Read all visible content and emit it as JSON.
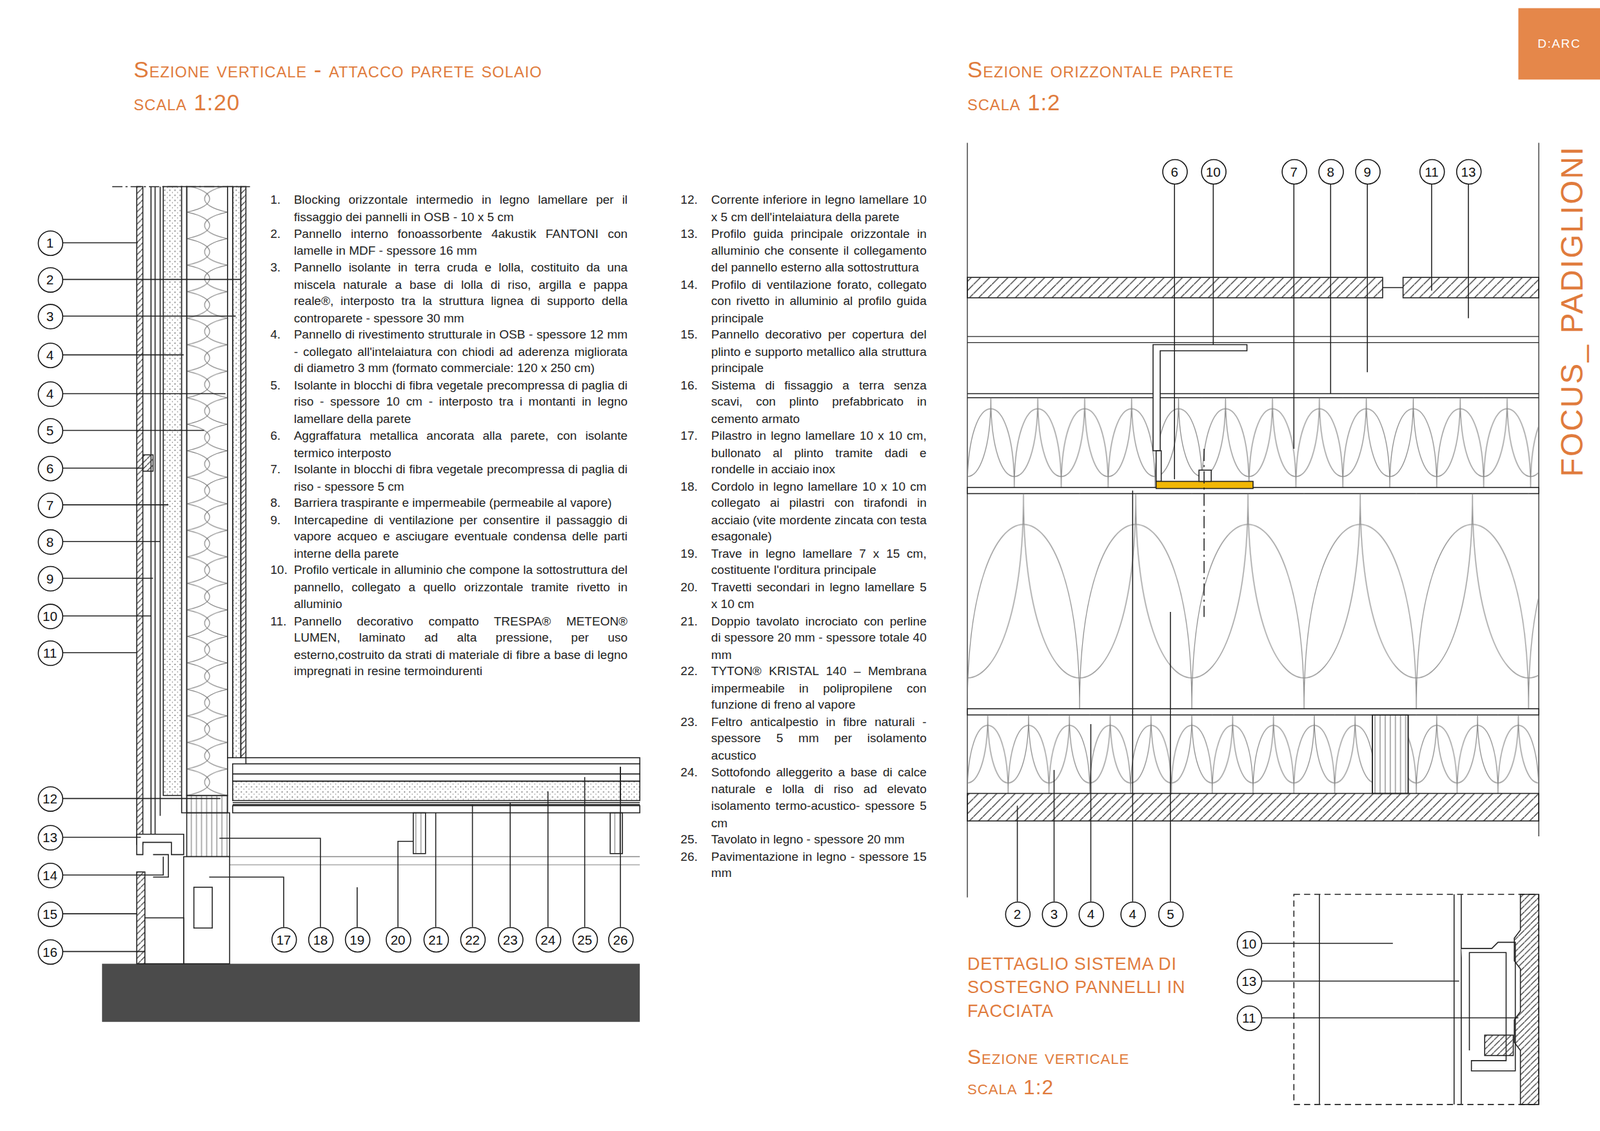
{
  "diagram": {
    "nodes": [
      {
        "text": [
          "1"
        ]
      },
      {
        "text": [
          "2"
        ]
      },
      {
        "text": [
          "3"
        ]
      },
      {
        "text": [
          "4"
        ]
      },
      {
        "text": [
          "4"
        ]
      },
      {
        "text": [
          "5"
        ]
      },
      {
        "text": [
          "6"
        ]
      },
      {
        "text": [
          "7"
        ]
      },
      {
        "text": [
          "8"
        ]
      },
      {
        "text": [
          "9"
        ]
      },
      {
        "text": [
          "10"
        ]
      },
      {
        "text": [
          "11"
        ]
      },
      {
        "text": [
          "12"
        ]
      },
      {
        "text": [
          "13"
        ]
      },
      {
        "text": [
          "14"
        ]
      },
      {
        "text": [
          "15"
        ]
      },
      {
        "text": [
          "16"
        ]
      },
      {
        "text": [
          "17"
        ]
      },
      {
        "text": [
          "18"
        ]
      },
      {
        "text": [
          "19"
        ]
      },
      {
        "text": [
          "20"
        ]
      },
      {
        "text": [
          "21"
        ]
      },
      {
        "text": [
          "22"
        ]
      },
      {
        "text": [
          "23"
        ]
      },
      {
        "text": [
          "24"
        ]
      },
      {
        "text": [
          "25"
        ]
      },
      {
        "text": [
          "26"
        ]
      },
      {
        "text": [
          "6"
        ]
      },
      {
        "text": [
          "10"
        ]
      },
      {
        "text": [
          "7"
        ]
      },
      {
        "text": [
          "8"
        ]
      },
      {
        "text": [
          "9"
        ]
      },
      {
        "text": [
          "11"
        ]
      },
      {
        "text": [
          "13"
        ]
      },
      {
        "text": [
          "2"
        ]
      },
      {
        "text": [
          "3"
        ]
      },
      {
        "text": [
          "4"
        ]
      },
      {
        "text": [
          "4"
        ]
      },
      {
        "text": [
          "5"
        ]
      },
      {
        "text": [
          "10"
        ]
      },
      {
        "text": [
          "13"
        ]
      },
      {
        "text": [
          "11"
        ]
      },
      {
        "text": [
          "D:ARC"
        ]
      }
    ],
    "labels": [
      "Sezione verticale - attacco parete solaio",
      "scala 1:20",
      "Sezione orizzontale parete",
      "scala 1:2",
      "FOCUS_ PADIGLIONI",
      "1.",
      "Blocking orizzontale intermedio in legno lamellare per il fissaggio dei pannelli in OSB - 10 x 5 cm",
      "2.",
      "Pannello interno fonoassorbente 4akustik FANTONI con lamelle in MDF - spessore 16 mm",
      "3.",
      "Pannello isolante in terra cruda e lolla, costituito da una miscela naturale a base di lolla di riso, argilla e pappa reale®, interposto tra la struttura lignea di supporto della controparete - spessore 30 mm",
      "4.",
      "Pannello di rivestimento strutturale in OSB - spessore 12 mm - collegato all'intelaiatura con chiodi ad aderenza migliorata di diametro 3 mm (formato commerciale: 120 x 250 cm)",
      "5.",
      "Isolante in blocchi di fibra vegetale precompressa di paglia di riso - spessore 10 cm - interposto tra i montanti in legno lamellare della parete",
      "6.",
      "Aggraffatura metallica ancorata alla parete, con isolante termico interposto",
      "7.",
      "Isolante in blocchi di fibra vegetale precompressa di paglia di riso - spessore 5 cm",
      "8.",
      "Barriera traspirante e impermeabile (permeabile al vapore)",
      "9.",
      "Intercapedine di ventilazione per consentire il passaggio di vapore acqueo e asciugare eventuale condensa delle parti interne della parete",
      "10.",
      "Profilo verticale in alluminio che compone la sottostruttura del pannello, collegato a quello orizzontale tramite rivetto in alluminio",
      "11.",
      "Pannello decorativo compatto TRESPA® METEON® LUMEN, laminato ad alta pressione, per uso esterno,costruito da strati di materiale di fibre a base di legno impregnati in resine termoindurenti",
      "12.",
      "Corrente inferiore in legno lamellare 10 x 5 cm dell'intelaiatura della parete",
      "13.",
      "Profilo guida principale orizzontale in alluminio che consente il collegamento del pannello esterno alla sottostruttura",
      "14.",
      "Profilo di ventilazione forato, collegato con rivetto in alluminio al profilo guida principale",
      "15.",
      "Pannello decorativo per copertura del plinto e supporto metallico alla struttura principale",
      "16.",
      "Sistema di fissaggio a terra senza scavi, con plinto prefabbricato in cemento armato",
      "17.",
      "Pilastro in legno lamellare 10 x 10 cm, bullonato al plinto tramite dadi e rondelle in acciaio inox",
      "18.",
      "Cordolo in legno lamellare 10 x 10 cm collegato ai pilastri con tirafondi in acciaio (vite mordente zincata con testa esagonale)",
      "19.",
      "Trave in legno lamellare 7 x 15 cm, costituente l'orditura principale",
      "20.",
      "Travetti secondari in legno lamellare 5 x 10 cm",
      "21.",
      "Doppio tavolato incrociato con perline di spessore 20 mm - spessore totale 40 mm",
      "22.",
      "TYTON® KRISTAL 140 – Membrana impermeabile in polipropilene con funzione di freno al vapore",
      "23.",
      "Feltro anticalpestio in fibre naturali - spessore 5 mm per isolamento acustico",
      "24.",
      "Sottofondo alleggerito a base di calce naturale e lolla di riso ad elevato isolamento termo-acustico- spessore 5 cm",
      "25.",
      "Tavolato in legno - spessore 20 mm",
      "26.",
      "Pavimentazione in legno - spessore 15 mm",
      "DETTAGLIO SISTEMA DI SOSTEGNO PANNELLI IN FACCIATA",
      "Sezione verticale",
      "scala 1:2"
    ]
  }
}
